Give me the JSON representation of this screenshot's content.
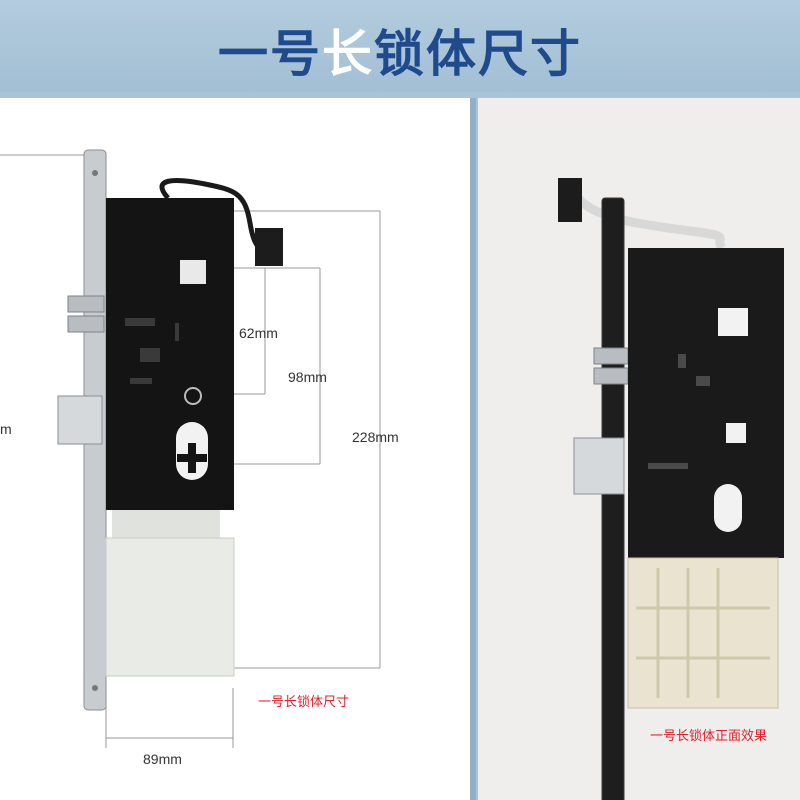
{
  "header": {
    "title_prefix": "一号",
    "title_highlight": "长",
    "title_suffix": "锁体尺寸"
  },
  "left_photo": {
    "dimensions": {
      "left_cut": "m",
      "spindle_gap": "62mm",
      "cylinder_gap": "98mm",
      "total_height": "228mm",
      "width": "89mm"
    },
    "caption": "一号长锁体尺寸"
  },
  "right_photo": {
    "caption": "一号长锁体正面效果"
  },
  "colors": {
    "title_blue": "#1f4a8c",
    "highlight": "#ffffff",
    "caption_red": "#e0202a",
    "lock_body": "#141414",
    "faceplate": "#c8ccd0",
    "housing": "#e9ece6"
  }
}
